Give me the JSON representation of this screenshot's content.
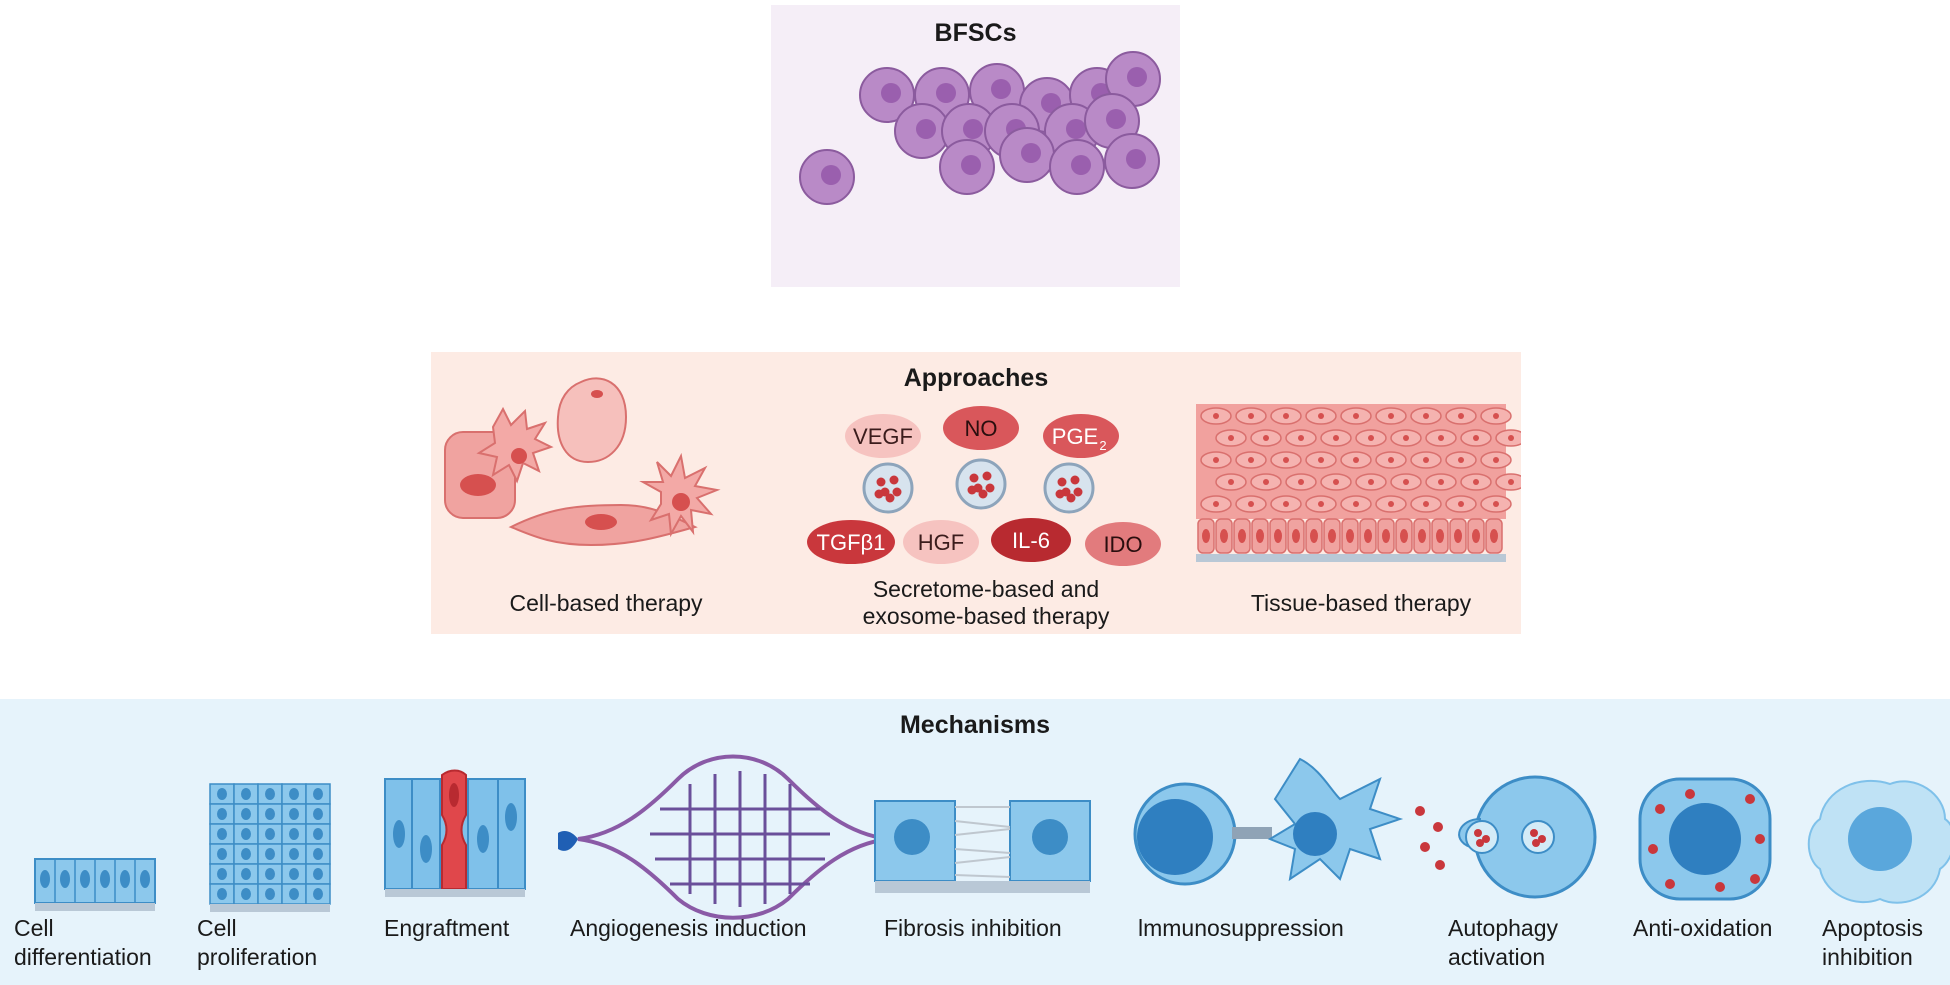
{
  "bfscs": {
    "title": "BFSCs"
  },
  "approaches": {
    "title": "Approaches",
    "cell_label": "Cell-based therapy",
    "secretome_label_line1": "Secretome-based and",
    "secretome_label_line2": "exosome-based therapy",
    "tissue_label": "Tissue-based therapy",
    "factors": {
      "vegf": "VEGF",
      "no": "NO",
      "pge_base": "PGE",
      "pge_sub": "2",
      "tgfb1": "TGFβ1",
      "hgf": "HGF",
      "il6": "IL-6",
      "ido": "IDO"
    }
  },
  "mechanisms": {
    "title": "Mechanisms",
    "items": [
      {
        "line1": "Cell",
        "line2": "differentiation"
      },
      {
        "line1": "Cell",
        "line2": "proliferation"
      },
      {
        "line1": "Engraftment",
        "line2": ""
      },
      {
        "line1": "Angiogenesis induction",
        "line2": ""
      },
      {
        "line1": "Fibrosis inhibition",
        "line2": ""
      },
      {
        "line1": "lmmunosuppression",
        "line2": ""
      },
      {
        "line1": "Autophagy",
        "line2": "activation"
      },
      {
        "line1": "Anti-oxidation",
        "line2": ""
      },
      {
        "line1": "Apoptosis",
        "line2": "inhibition"
      }
    ]
  },
  "colors": {
    "bfsc_cell": "#b98ac7",
    "bfsc_nucleus": "#9a5fae",
    "factor_light": "#f6c3c0",
    "factor_dark": "#c9373c",
    "blue_cell": "#7fc1ea"
  }
}
